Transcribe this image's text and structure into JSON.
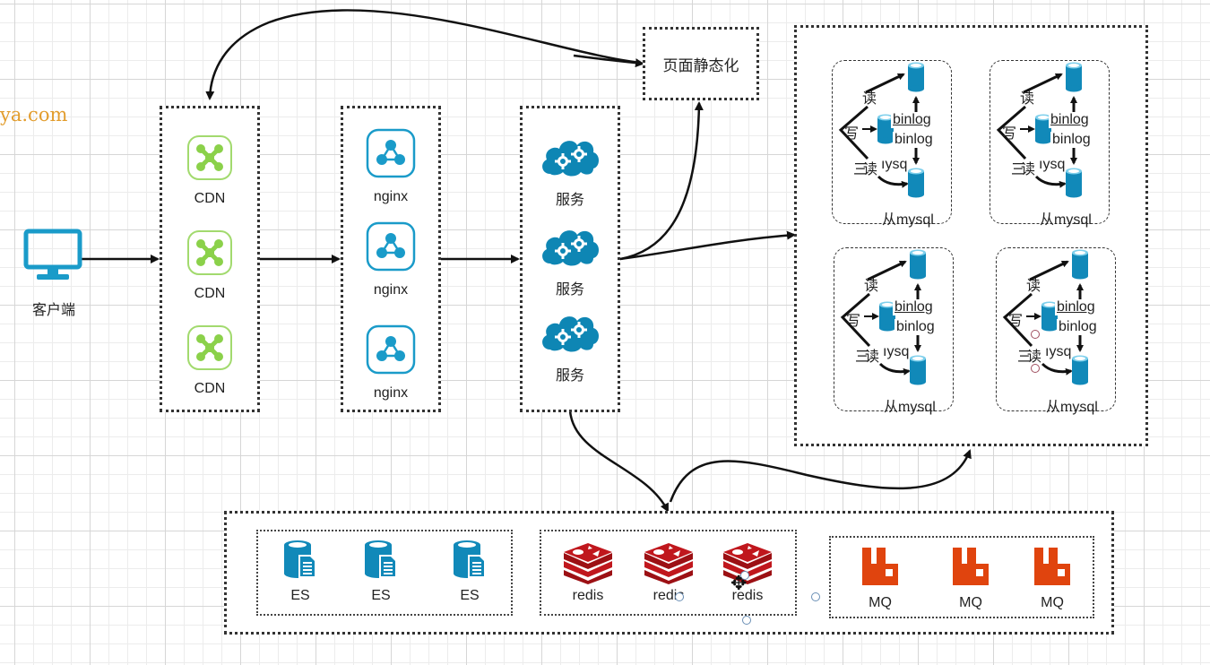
{
  "watermark": "ya.com",
  "client": {
    "label": "客户端",
    "icon": "monitor-icon",
    "color": "#1a9bc9"
  },
  "cdn_group": {
    "items": [
      {
        "label": "CDN"
      },
      {
        "label": "CDN"
      },
      {
        "label": "CDN"
      }
    ],
    "icon": "cdn-network-icon",
    "color": "#8bd14a"
  },
  "nginx_group": {
    "items": [
      {
        "label": "nginx"
      },
      {
        "label": "nginx"
      },
      {
        "label": "nginx"
      }
    ],
    "icon": "nginx-node-icon",
    "color": "#1a9bc9"
  },
  "service_group": {
    "items": [
      {
        "label": "服务"
      },
      {
        "label": "服务"
      },
      {
        "label": "服务"
      }
    ],
    "icon": "cloud-gear-icon",
    "color": "#0e86b4"
  },
  "static_page": {
    "label": "页面静态化"
  },
  "mysql_clusters": [
    {
      "read_top": "读",
      "write": "写",
      "read_bottom": "读",
      "binlog_1": "binlog",
      "binlog_2": "binlog",
      "slave_label": "从mysql",
      "overlap_text": "ıysq",
      "overlap_prefix": "三"
    },
    {
      "read_top": "读",
      "write": "写",
      "read_bottom": "读",
      "binlog_1": "binlog",
      "binlog_2": "binlog",
      "slave_label": "从mysql",
      "overlap_text": "ıysq",
      "overlap_prefix": "三"
    },
    {
      "read_top": "读",
      "write": "写",
      "read_bottom": "读",
      "binlog_1": "binlog",
      "binlog_2": "binlog",
      "slave_label": "从mysql",
      "overlap_text": "ıysq",
      "overlap_prefix": "三"
    },
    {
      "read_top": "读",
      "write": "写",
      "read_bottom": "读",
      "binlog_1": "binlog",
      "binlog_2": "binlog",
      "slave_label": "从mysql",
      "overlap_text": "ıysq",
      "overlap_prefix": "三"
    }
  ],
  "db_color": "#1189b9",
  "es_group": {
    "items": [
      {
        "label": "ES"
      },
      {
        "label": "ES"
      },
      {
        "label": "ES"
      }
    ],
    "icon": "es-database-icon",
    "color": "#1189b9"
  },
  "redis_group": {
    "items": [
      {
        "label": "redis"
      },
      {
        "label": "redis"
      },
      {
        "label": "redis"
      }
    ],
    "icon": "redis-stack-icon",
    "color": "#c0171d"
  },
  "mq_group": {
    "items": [
      {
        "label": "MQ"
      },
      {
        "label": "MQ"
      },
      {
        "label": "MQ"
      }
    ],
    "icon": "rabbitmq-icon",
    "color": "#e0440e"
  }
}
